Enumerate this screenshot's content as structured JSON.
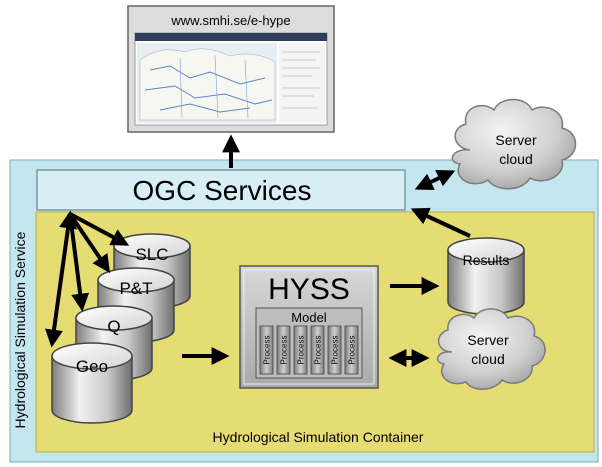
{
  "website": {
    "url": "www.smhi.se/e-hype"
  },
  "service": {
    "title": "OGC Services",
    "side_label": "Hydrological Simulation Service"
  },
  "container": {
    "label": "Hydrological Simulation Container"
  },
  "databases": [
    {
      "id": "slc",
      "label": "SLC"
    },
    {
      "id": "pt",
      "label": "P&T"
    },
    {
      "id": "q",
      "label": "Q"
    },
    {
      "id": "geo",
      "label": "Geo"
    },
    {
      "id": "results",
      "label": "Results"
    }
  ],
  "clouds": {
    "top": {
      "line1": "Server",
      "line2": "cloud"
    },
    "bottom": {
      "line1": "Server",
      "line2": "cloud"
    }
  },
  "hyss": {
    "title": "HYSS",
    "model_label": "Model",
    "process_label": "Process",
    "process_count": 6
  },
  "colors": {
    "outer_bg": "#c3e6ef",
    "container_bg": "#e6dc74",
    "ogc_bg": "#d6eef4",
    "cylinder_light": "#e8e8e8",
    "cylinder_dark": "#8a8a8a"
  }
}
